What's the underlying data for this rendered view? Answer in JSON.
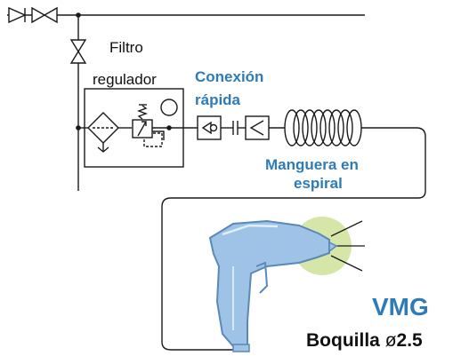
{
  "labels": {
    "filter_line1": "Filtro",
    "filter_line2": "regulador",
    "coupler_line1": "Conexión",
    "coupler_line2": "rápida",
    "hose_line1": "Manguera en",
    "hose_line2": "espiral",
    "product": "VMG",
    "nozzle_word": "Boquilla",
    "nozzle_symbol": "ø",
    "nozzle_value": "2.5"
  },
  "colors": {
    "line": "#1a1a1a",
    "accent_blue": "#2e7bb8",
    "gun_fill": "#9ec3e6",
    "gun_stroke": "#5a88b8",
    "spray_halo": "#d5e6a8"
  },
  "icons": [
    "check-valve-icon",
    "shutoff-valve-icon",
    "filter-icon",
    "regulator-icon",
    "pressure-gauge-icon",
    "quick-coupler-icon",
    "coil-hose-icon",
    "air-gun-icon"
  ]
}
